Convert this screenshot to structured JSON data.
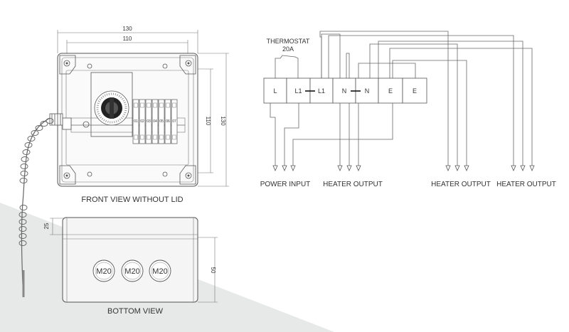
{
  "front_view": {
    "caption": "FRONT VIEW WITHOUT LID",
    "dim_width_outer": "130",
    "dim_width_inner": "110",
    "dim_height_inner": "110",
    "dim_height_outer": "130",
    "terminal_labels": [
      "01",
      "02",
      "03",
      "04",
      "05",
      "06",
      "07"
    ]
  },
  "bottom_view": {
    "caption": "BOTTOM VIEW",
    "dim_depth_small": "25",
    "dim_depth": "50",
    "glands": [
      "M20",
      "M20",
      "M20"
    ]
  },
  "wiring": {
    "thermostat_label_1": "THERMOSTAT",
    "thermostat_label_2": "20A",
    "terminals": [
      "L",
      "L1",
      "L1",
      "N",
      "N",
      "E",
      "E"
    ],
    "labels": {
      "power_input": "POWER INPUT",
      "heater_output_1": "HEATER OUTPUT",
      "heater_output_2": "HEATER OUTPUT",
      "heater_output_3": "HEATER OUTPUT"
    }
  },
  "colors": {
    "background": "#ffffff",
    "shade": "#e6e7e7",
    "line": "#555555"
  }
}
